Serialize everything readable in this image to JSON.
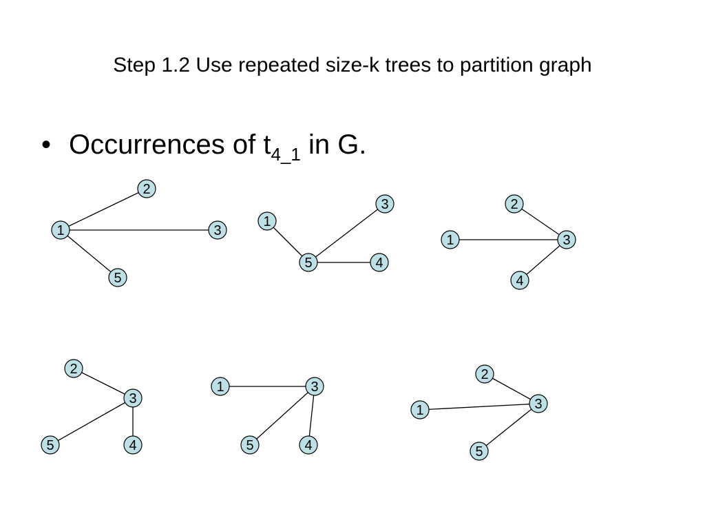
{
  "slide": {
    "title": "Step 1.2 Use repeated size-k trees to partition graph",
    "bullet": {
      "marker": "•",
      "prefix": "Occurrences of t",
      "subscript": "4_1",
      "suffix": " in G."
    }
  },
  "style": {
    "node_fill": "#bde0e6",
    "node_stroke": "#000000",
    "edge_color": "#000000"
  },
  "trees": [
    {
      "nodes": [
        "1",
        "2",
        "3",
        "5"
      ],
      "edges": [
        [
          "1",
          "2"
        ],
        [
          "1",
          "3"
        ],
        [
          "1",
          "5"
        ]
      ]
    },
    {
      "nodes": [
        "1",
        "3",
        "5",
        "4"
      ],
      "edges": [
        [
          "1",
          "5"
        ],
        [
          "5",
          "3"
        ],
        [
          "5",
          "4"
        ]
      ]
    },
    {
      "nodes": [
        "2",
        "1",
        "3",
        "4"
      ],
      "edges": [
        [
          "2",
          "3"
        ],
        [
          "1",
          "3"
        ],
        [
          "3",
          "4"
        ]
      ]
    },
    {
      "nodes": [
        "2",
        "3",
        "5",
        "4"
      ],
      "edges": [
        [
          "2",
          "3"
        ],
        [
          "3",
          "5"
        ],
        [
          "3",
          "4"
        ]
      ]
    },
    {
      "nodes": [
        "1",
        "3",
        "5",
        "4"
      ],
      "edges": [
        [
          "1",
          "3"
        ],
        [
          "3",
          "5"
        ],
        [
          "3",
          "4"
        ]
      ]
    },
    {
      "nodes": [
        "2",
        "1",
        "3",
        "5"
      ],
      "edges": [
        [
          "2",
          "3"
        ],
        [
          "1",
          "3"
        ],
        [
          "3",
          "5"
        ]
      ]
    }
  ]
}
